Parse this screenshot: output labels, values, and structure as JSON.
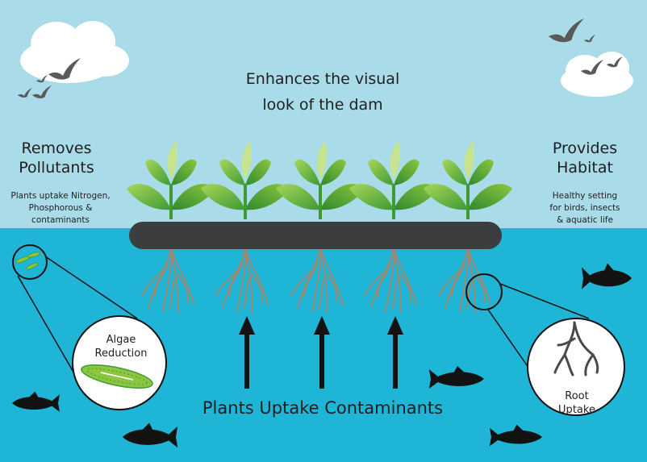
{
  "center_heading": [
    "Enhances the visual",
    "look of the dam"
  ],
  "left": {
    "heading": [
      "Removes",
      "Pollutants"
    ],
    "detail": [
      "Plants uptake Nitrogen,",
      "Phosphorous &",
      "contaminants"
    ]
  },
  "right": {
    "heading": [
      "Provides",
      "Habitat"
    ],
    "detail": [
      "Healthy setting",
      "for birds, insects",
      "& aquatic life"
    ]
  },
  "algae_circle_label": [
    "Algae",
    "Reduction"
  ],
  "root_circle_label": [
    "Root",
    "Uptake"
  ],
  "bottom_caption": "Plants Uptake Contaminants",
  "colors": {
    "sky": "#a9dbe9",
    "water": "#1fb5d6",
    "float_island": "#3b3d3f",
    "leaf_dark": "#3f9a34",
    "leaf_light": "#8cc63f",
    "roots": "#9a8a73",
    "fish": "#121212",
    "birds": "#5a5a5a"
  }
}
